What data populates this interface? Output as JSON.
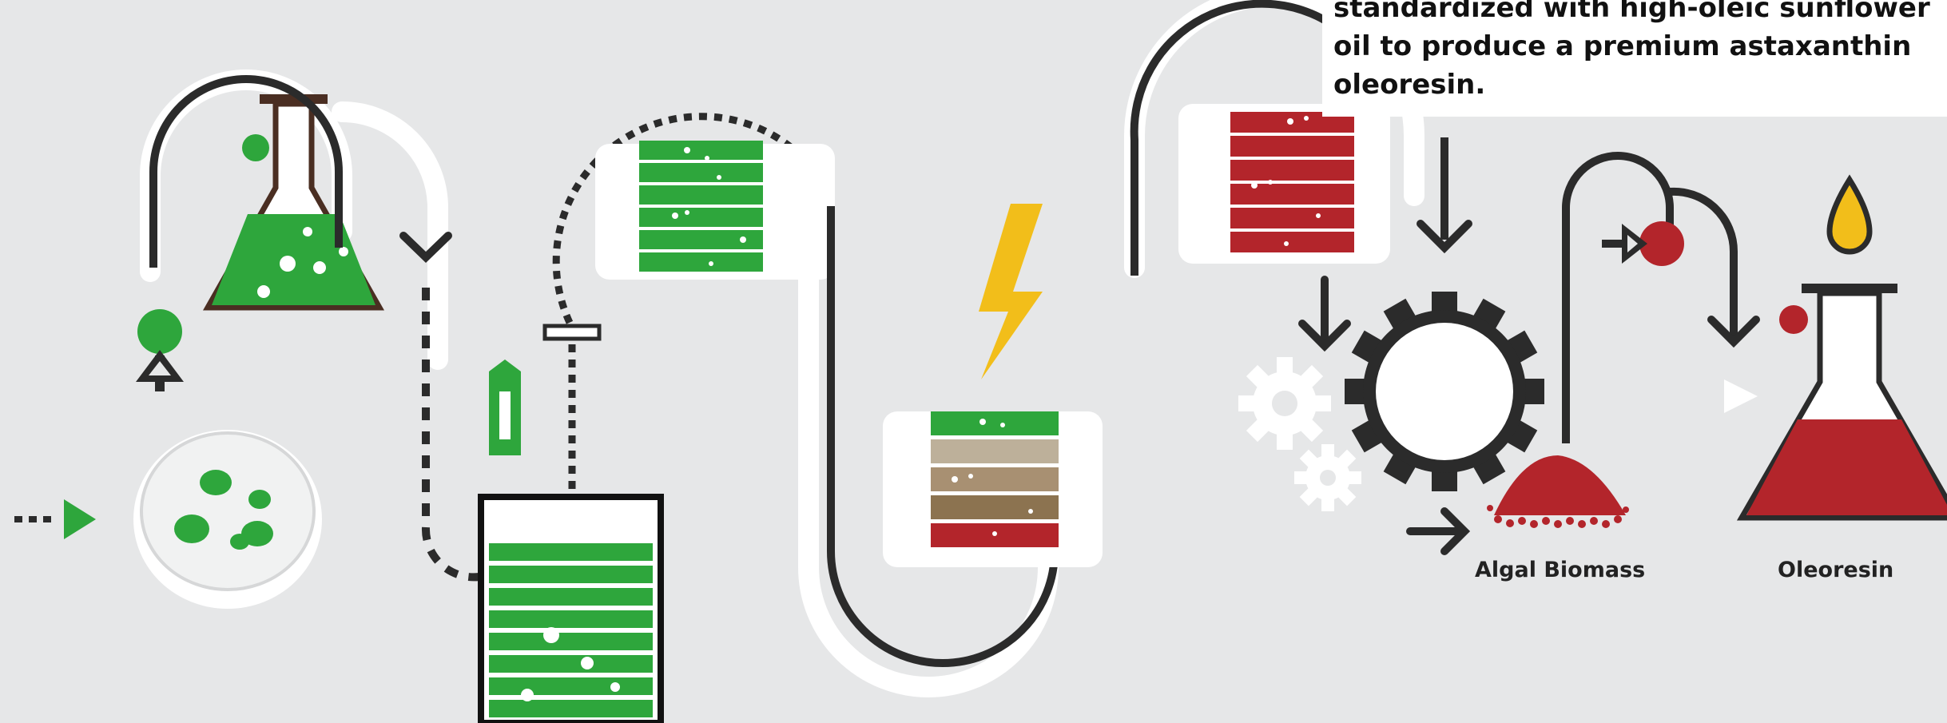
{
  "callout": {
    "lines": [
      "standardized with high-oleic sunflower",
      "oil to produce a premium astaxanthin",
      "oleoresin."
    ]
  },
  "labels": {
    "algal_biomass": "Algal Biomass",
    "oleoresin": "Oleoresin"
  },
  "colors": {
    "background": "#e6e7e8",
    "green": "#2ea63c",
    "dark": "#2b2b2b",
    "red": "#b3252b",
    "yellow": "#f2be1a",
    "white": "#ffffff",
    "brown": "#4a2e22",
    "tan_light": "#bdb09a",
    "tan_mid": "#a89072",
    "tan_dark": "#8c7350"
  },
  "icons": [
    "petri-dish-icon",
    "flask-icon",
    "photobioreactor-icon",
    "lightning-icon",
    "gear-icon",
    "biomass-pile-icon",
    "oil-drop-icon"
  ]
}
